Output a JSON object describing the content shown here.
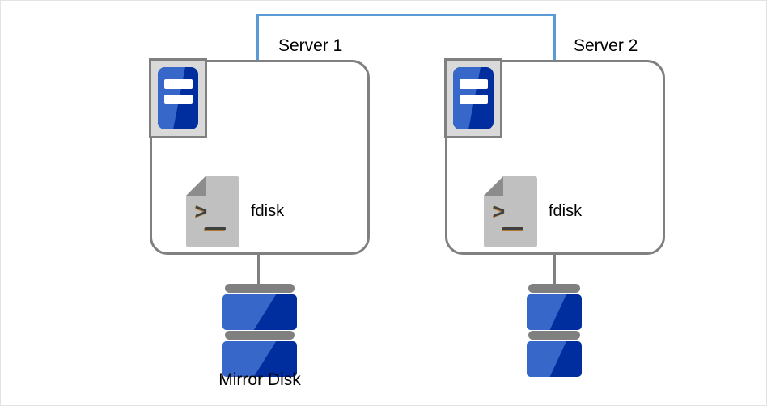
{
  "diagram": {
    "type": "mirror-disk-cluster-topology",
    "colors": {
      "interconnect_link": "#5b9bd5",
      "server_box_border": "#808080",
      "icon_blue_light": "#3767c8",
      "icon_blue_dark": "#002e9e",
      "icon_gray": "#c0c0c0",
      "plate_gray": "#808080",
      "canvas_border": "#e3e3e3",
      "text": "#000000"
    },
    "interconnect": {
      "name": "server-interconnect-link"
    },
    "nodes": [
      {
        "id": "server-1",
        "title": "Server 1",
        "server_icon": "server-rack-icon",
        "tool": {
          "icon": "terminal-document-icon",
          "label": "fdisk",
          "prompt_glyph": ">"
        },
        "storage": {
          "icon": "disk-stack-icon",
          "label": "Mirror Disk",
          "has_label": true
        }
      },
      {
        "id": "server-2",
        "title": "Server 2",
        "server_icon": "server-rack-icon",
        "tool": {
          "icon": "terminal-document-icon",
          "label": "fdisk",
          "prompt_glyph": ">"
        },
        "storage": {
          "icon": "disk-stack-icon",
          "label": "",
          "has_label": false
        }
      }
    ]
  }
}
